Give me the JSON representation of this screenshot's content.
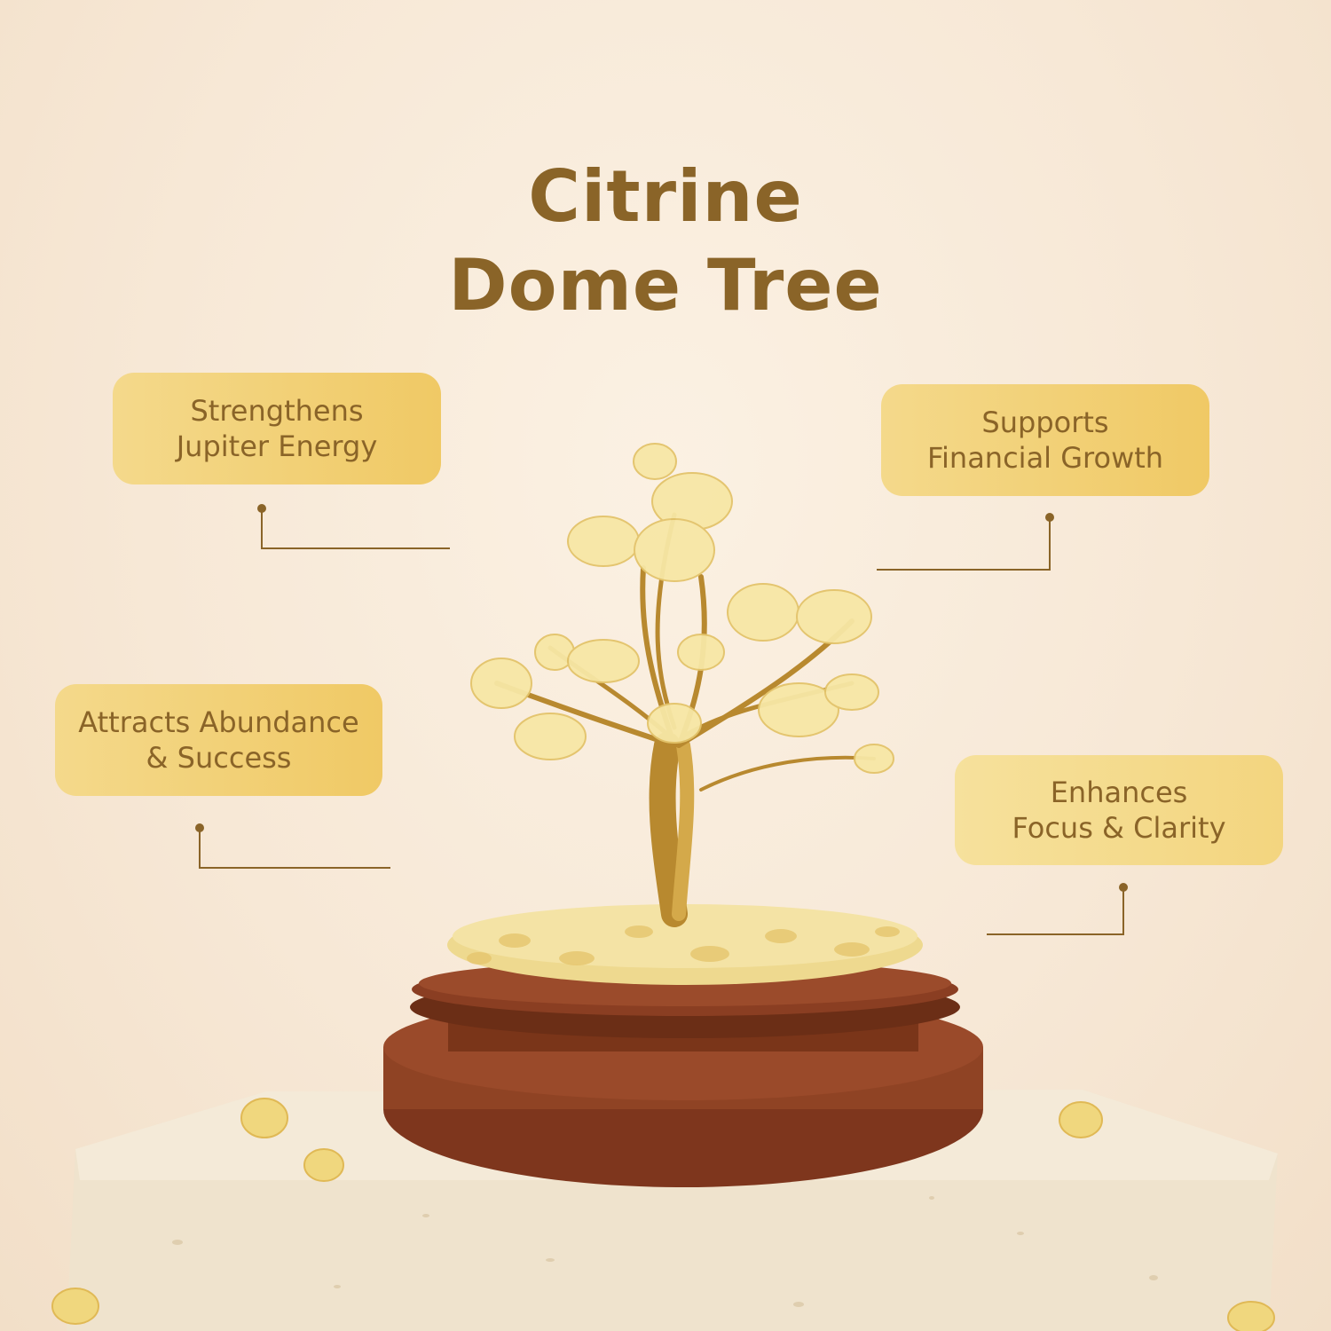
{
  "title": {
    "line1": "Citrine",
    "line2": "Dome Tree"
  },
  "features": {
    "jupiter": {
      "line1": "Strengthens",
      "line2": "Jupiter Energy"
    },
    "financial": {
      "line1": "Supports",
      "line2": "Financial Growth"
    },
    "abundance": {
      "line1": "Attracts Abundance",
      "line2": "& Success"
    },
    "focus": {
      "line1": "Enhances",
      "line2": "Focus & Clarity"
    }
  },
  "colors": {
    "accent_text": "#8a6428",
    "badge_fill": "#f0c965",
    "wood": "#8a3e22",
    "stone": "#efe2cc",
    "citrine": "#f5e39a"
  }
}
